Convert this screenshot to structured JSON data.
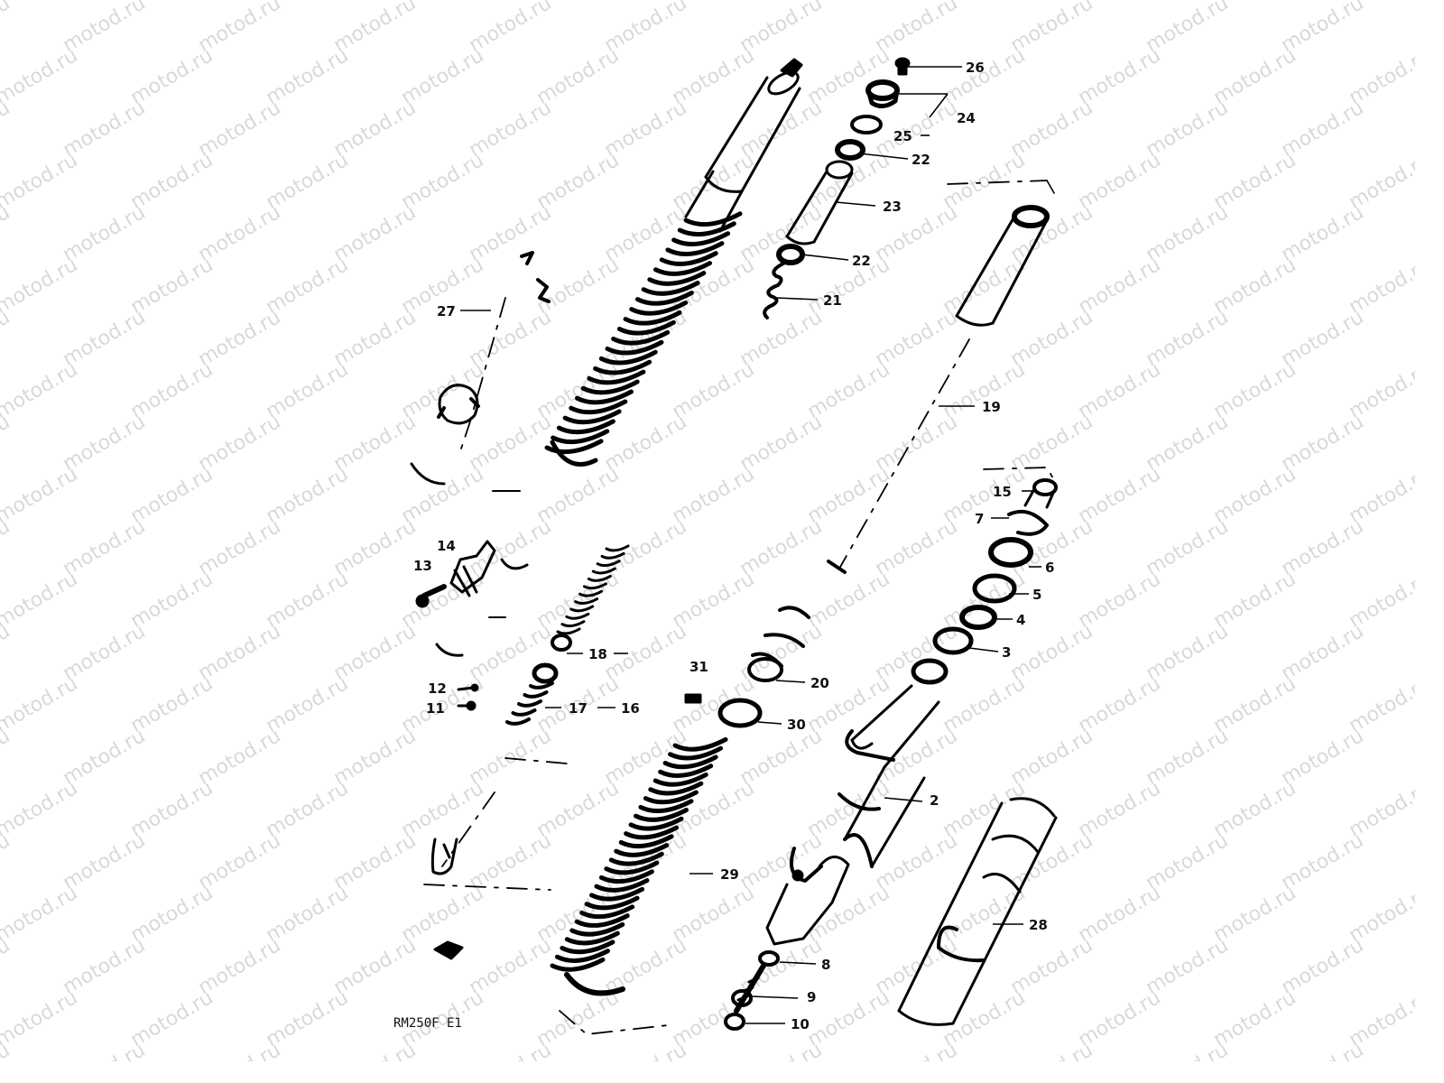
{
  "watermark": {
    "text": "motod.ru"
  },
  "drawing_code": "RM250F E1",
  "callouts": {
    "c26": "26",
    "c24": "24",
    "c25": "25",
    "c22a": "22",
    "c23": "23",
    "c22b": "22",
    "c21": "21",
    "c27": "27",
    "c19": "19",
    "c15": "15",
    "c7": "7",
    "c6": "6",
    "c5": "5",
    "c4": "4",
    "c3": "3",
    "c14": "14",
    "c13": "13",
    "c18": "18",
    "c31": "31",
    "c20": "20",
    "c12": "12",
    "c11": "11",
    "c17": "17",
    "c16": "16",
    "c30": "30",
    "c2": "2",
    "c29": "29",
    "c28": "28",
    "c8": "8",
    "c9": "9",
    "c10": "10"
  }
}
